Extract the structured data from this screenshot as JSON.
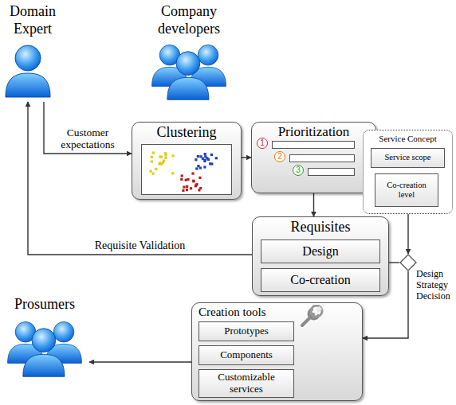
{
  "diagram": {
    "nodes": [
      {
        "text": [
          "Domain Expert"
        ]
      },
      {
        "text": [
          "Company developers"
        ]
      },
      {
        "text": [
          "Clustering"
        ]
      },
      {
        "text": [
          "Prioritization"
        ]
      },
      {
        "text": [
          "Requisites"
        ]
      },
      {
        "text": [
          "Design"
        ],
        "in": 4
      },
      {
        "text": [
          "Co-creation"
        ],
        "in": 4
      },
      {
        "text": [
          "Service Concept"
        ]
      },
      {
        "text": [
          "Service scope"
        ],
        "in": 7
      },
      {
        "text": [
          "Co-creation level"
        ],
        "in": 7
      },
      {
        "text": [
          "Design Strategy Decision"
        ]
      },
      {
        "text": [
          "Creation tools"
        ]
      },
      {
        "text": [
          "Prototypes"
        ],
        "in": 11
      },
      {
        "text": [
          "Components"
        ],
        "in": 11
      },
      {
        "text": [
          "Customizable services"
        ],
        "in": 11
      },
      {
        "text": [
          "Prosumers"
        ]
      }
    ],
    "edges": [
      {
        "from": 0,
        "to": 2,
        "arrow": "to",
        "label": "Customer expectations"
      },
      {
        "from": 2,
        "to": 3,
        "arrow": "to"
      },
      {
        "from": 3,
        "to": 4,
        "arrow": "to"
      },
      {
        "from": 4,
        "to": 0,
        "arrow": "to",
        "label": "Requisite Validation"
      },
      {
        "from": 4,
        "to": 10,
        "arrow": "none"
      },
      {
        "from": 7,
        "to": 10,
        "arrow": "to"
      },
      {
        "from": 10,
        "to": 11,
        "arrow": "to"
      },
      {
        "from": 11,
        "to": 15,
        "arrow": "to"
      }
    ],
    "labels": [
      "1",
      "2",
      "3"
    ]
  }
}
